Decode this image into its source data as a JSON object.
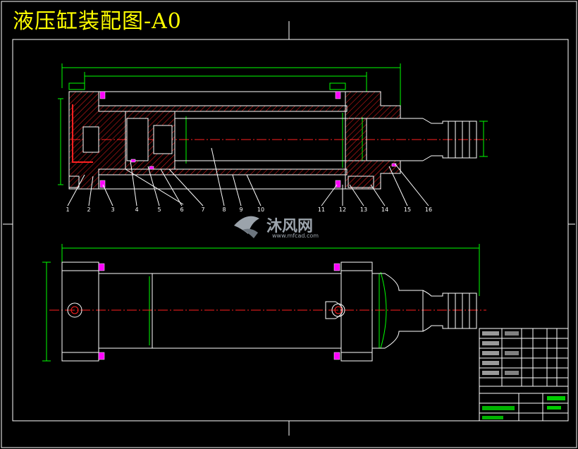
{
  "title": "液压缸装配图-A0",
  "watermark": {
    "brand": "沐风网",
    "url": "www.mfcad.com"
  },
  "colors": {
    "background": "#000000",
    "frame": "#ffffff",
    "outline": "#ffffff",
    "dimension": "#00ff00",
    "centerline": "#ff0000",
    "hatch": "#ff2020",
    "seal": "#ff00ff",
    "title_text": "#ffff00",
    "watermark": "#9aa6b2"
  },
  "balloons": [
    "1",
    "2",
    "3",
    "4",
    "5",
    "6",
    "7",
    "8",
    "9",
    "10",
    "11",
    "12",
    "13",
    "14",
    "15",
    "16"
  ]
}
